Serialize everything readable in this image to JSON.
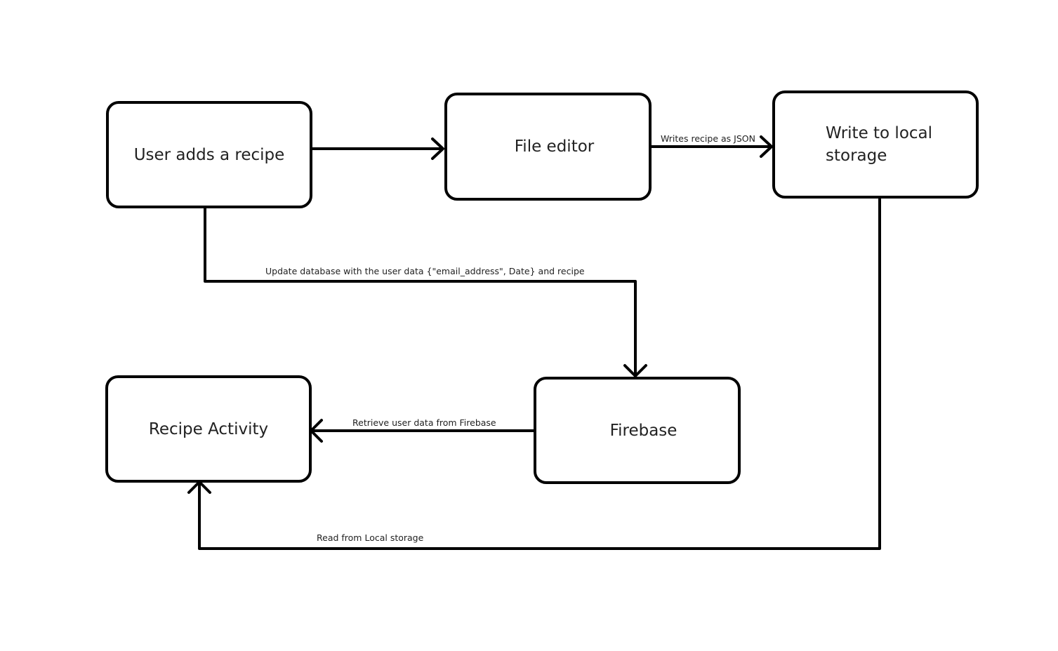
{
  "nodes": {
    "user_adds_recipe": "User adds a recipe",
    "file_editor": "File editor",
    "write_local_storage_line1": "Write to local",
    "write_local_storage_line2": "storage",
    "recipe_activity": "Recipe Activity",
    "firebase": "Firebase"
  },
  "edges": {
    "writes_json": "Writes recipe as JSON",
    "update_database": "Update database with the user data {\"email_address\", Date} and recipe",
    "retrieve_user_data": "Retrieve user data from Firebase",
    "read_local_storage": "Read from Local storage"
  },
  "colors": {
    "stroke": "#000000",
    "text": "#222222",
    "background": "#ffffff"
  }
}
